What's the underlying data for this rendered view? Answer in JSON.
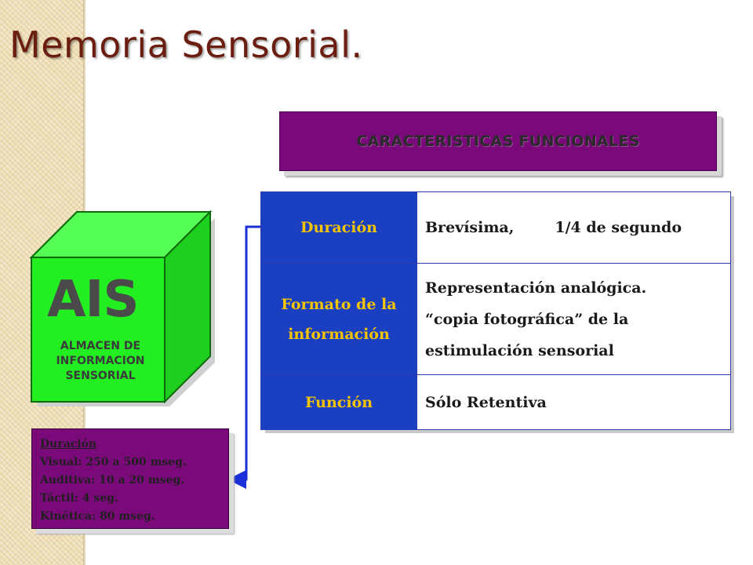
{
  "slide": {
    "title": "Memoria Sensorial."
  },
  "header": {
    "label": "CARACTERISTICAS FUNCIONALES"
  },
  "table": {
    "rows": [
      {
        "label": "Duración",
        "value": [
          "Brevísima,",
          "1/4 de segundo"
        ]
      },
      {
        "label": [
          "Formato de la",
          "información"
        ],
        "value": [
          "Representación analógica.",
          "“copia fotográfica” de la",
          "estimulación sensorial"
        ]
      },
      {
        "label": "Función",
        "value": "Sólo Retentiva"
      }
    ]
  },
  "cube": {
    "acronym": "AIS",
    "subtitle": [
      "ALMACEN DE",
      "INFORMACION",
      "SENSORIAL"
    ]
  },
  "duration_box": {
    "title": "Duración",
    "lines": [
      "Visual: 250 a 500 mseg.",
      "Auditiva: 10 a 20 mseg.",
      "Táctil: 4 seg.",
      "Kinética: 80 mseg."
    ]
  },
  "colors": {
    "title": "#6b1d10",
    "header_bg": "#7a0a7a",
    "table_label_bg": "#1a3fc0",
    "table_label_text": "#f5c400",
    "cube_green": "#22ee22",
    "connector": "#1a2fd6"
  }
}
